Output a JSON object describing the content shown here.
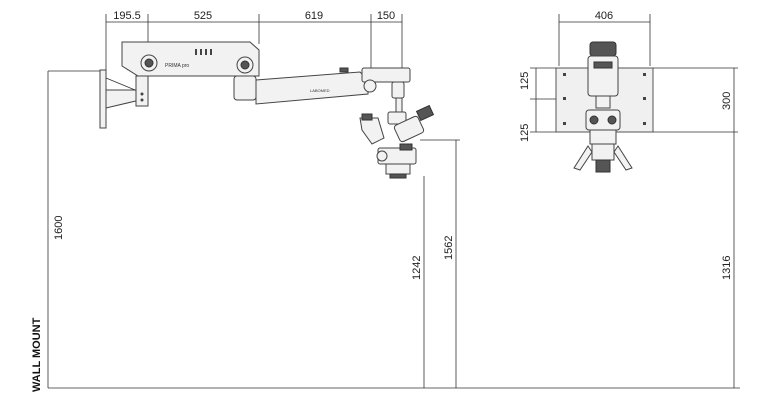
{
  "title": "WALL MOUNT",
  "dimensions": {
    "top_offset": "195.5",
    "arm_1": "525",
    "arm_2": "619",
    "tip": "150",
    "mount_height": "1600",
    "height_max": "1562",
    "height_min": "1242",
    "plate_width": "406",
    "plate_height": "300",
    "hole_top": "125",
    "hole_bottom": "125",
    "side_height": "1316"
  },
  "brand": {
    "arm_logo": "PRIMA pro",
    "arm_logo_2": "LABOMED"
  },
  "colors": {
    "line": "#333333",
    "body": "#f2f2f2",
    "dark": "#555555"
  }
}
